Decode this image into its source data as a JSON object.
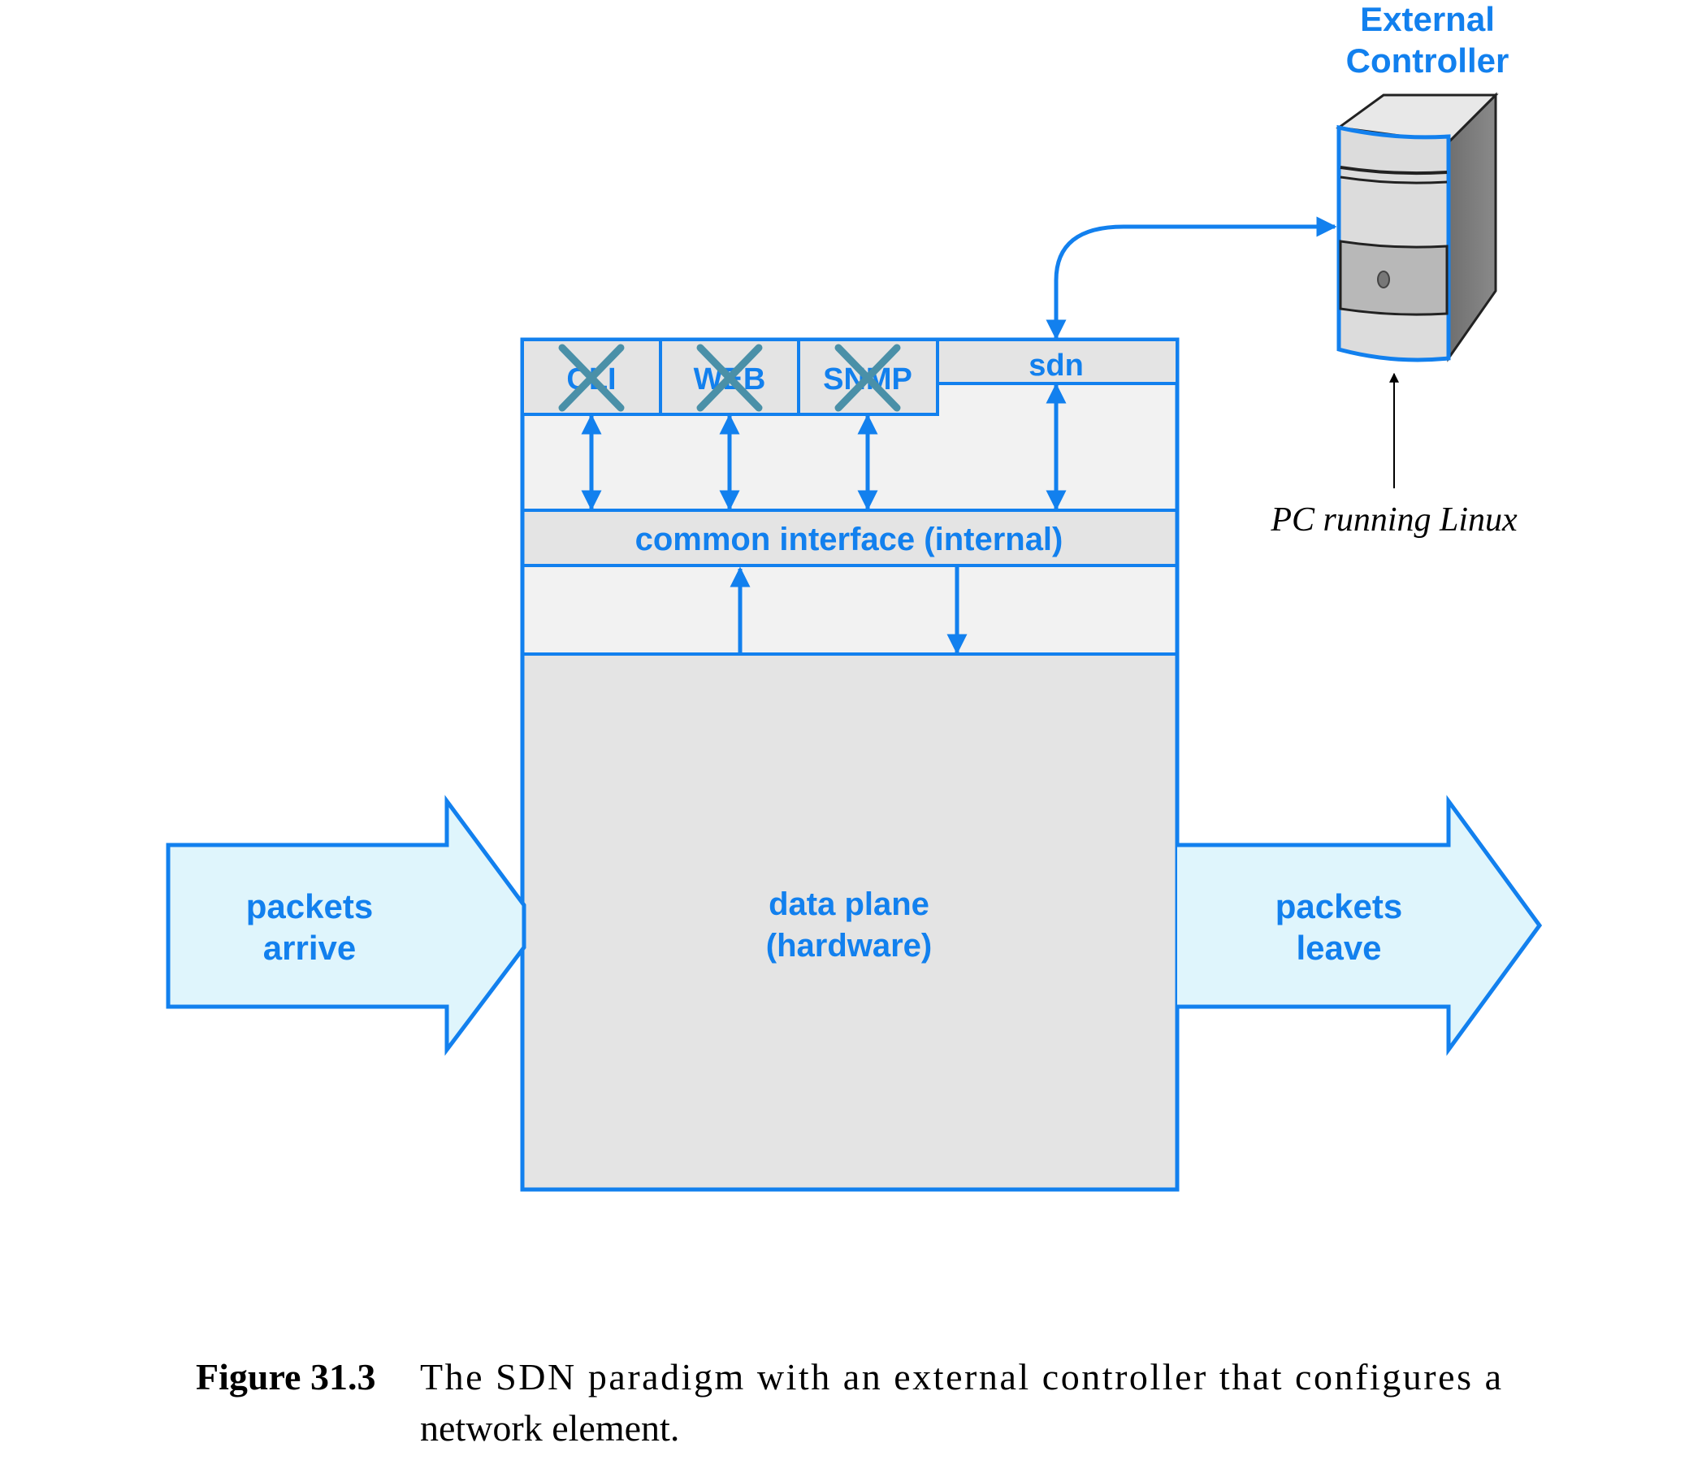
{
  "colors": {
    "blue": "#1280ee",
    "cross": "#4a90a8",
    "box_light": "#f2f2f2",
    "box_mid": "#e4e4e4",
    "arrow_fill": "#dff5fc"
  },
  "controller": {
    "title_line1": "External",
    "title_line2": "Controller",
    "caption": "PC running Linux",
    "icon": "server-tower-icon"
  },
  "modules": [
    {
      "label": "CLI",
      "disabled": true
    },
    {
      "label": "WEB",
      "disabled": true
    },
    {
      "label": "SNMP",
      "disabled": true
    },
    {
      "label": "sdn",
      "disabled": false
    }
  ],
  "common_interface": "common interface (internal)",
  "data_plane": {
    "line1": "data plane",
    "line2": "(hardware)"
  },
  "packets_in": {
    "line1": "packets",
    "line2": "arrive"
  },
  "packets_out": {
    "line1": "packets",
    "line2": "leave"
  },
  "caption": {
    "label": "Figure 31.3",
    "line1": "The SDN paradigm with an external controller that configures a",
    "line2": "network element."
  }
}
